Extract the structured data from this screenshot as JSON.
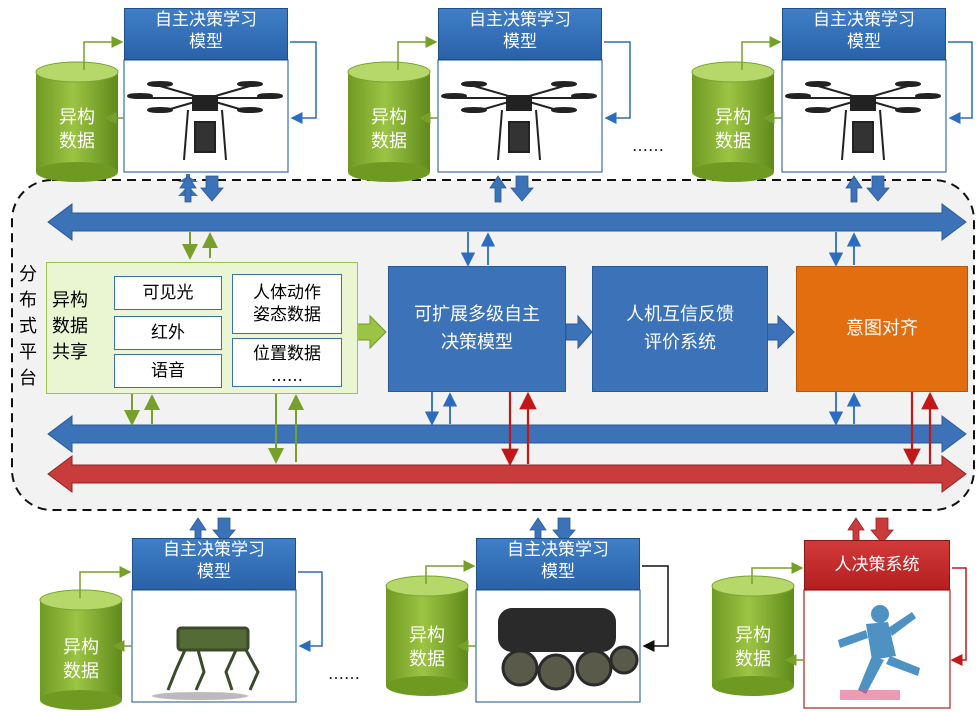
{
  "module_title": "自主决策学习\n模型",
  "data_label": "异构\n数据",
  "ellipsis": "……",
  "platform_label": "分\n布\n式\n平\n台",
  "share_label": "异构\n数据\n共享",
  "data_types": {
    "visible": "可见光",
    "infrared": "红外",
    "voice": "语音",
    "pose": "人体动作\n姿态数据",
    "position": "位置数据",
    "more": "……"
  },
  "model_block": "可扩展多级自主\n决策模型",
  "eval_block": "人机互信反馈\n评价系统",
  "align_block": "意图对齐",
  "human_title": "人决策系统",
  "colors": {
    "blue": "#3c72b8",
    "green": "#8fb63b",
    "red": "#c03232",
    "orange": "#e26e10",
    "panel": "#f2f2f2",
    "share_bg": "#eaf6d2"
  }
}
